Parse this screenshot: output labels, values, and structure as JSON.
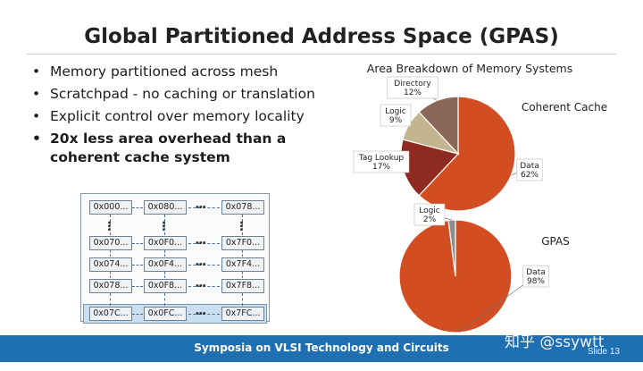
{
  "slide": {
    "title": "Global Partitioned Address Space (GPAS)",
    "footer": "Symposia on VLSI Technology and Circuits",
    "slide_number": "Slide 13",
    "watermark": "知乎 @ssywtt"
  },
  "bullets": [
    "Memory partitioned across mesh",
    "Scratchpad - no caching or translation",
    "Explicit control over memory locality",
    "20x less area overhead than a coherent cache system"
  ],
  "bullet_strong": [
    "20x less area overhead than a",
    "coherent cache system"
  ],
  "mesh": {
    "rows": [
      [
        "0x000...",
        "0x080...",
        "0x078..."
      ],
      [
        "0x070...",
        "0x0F0...",
        "0x7F0..."
      ],
      [
        "0x074...",
        "0x0F4...",
        "0x7F4..."
      ],
      [
        "0x078...",
        "0x0F8...",
        "0x7F8..."
      ],
      [
        "0x07C...",
        "0x0FC...",
        "0x7FC..."
      ]
    ],
    "ellipsis": "•••"
  },
  "chart_data": [
    {
      "type": "pie",
      "title": "Area Breakdown of Memory Systems",
      "label": "Coherent Cache",
      "slices": [
        {
          "name": "Data",
          "value": 62,
          "label": "62%",
          "color": "#d24e22"
        },
        {
          "name": "Tag Lookup",
          "value": 17,
          "label": "17%",
          "color": "#8e2a1f"
        },
        {
          "name": "Logic",
          "value": 9,
          "label": "9%",
          "color": "#c4b48f"
        },
        {
          "name": "Directory",
          "value": 12,
          "label": "12%",
          "color": "#8a6857"
        }
      ]
    },
    {
      "type": "pie",
      "label": "GPAS",
      "slices": [
        {
          "name": "Data",
          "value": 98,
          "label": "98%",
          "color": "#d24e22"
        },
        {
          "name": "Logic",
          "value": 2,
          "label": "2%",
          "color": "#8e8e8e"
        }
      ]
    }
  ],
  "colors": {
    "footer": "#1f6fb3",
    "data_orange": "#d24e22",
    "tag_red": "#8e2a1f",
    "logic_tan": "#c4b48f",
    "directory_brown": "#8a6857"
  }
}
